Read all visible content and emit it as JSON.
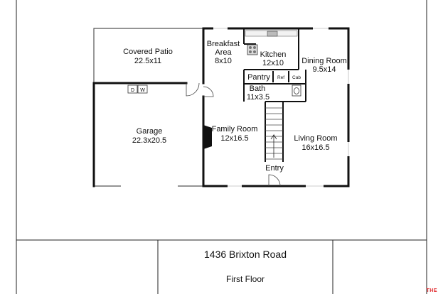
{
  "colors": {
    "wall": "#111111",
    "thin_wall": "#555555",
    "window": "#cccccc",
    "logo": "#e0262a"
  },
  "rooms": {
    "covered_patio": {
      "name": "Covered Patio",
      "size": "22.5x11"
    },
    "breakfast_area": {
      "line1": "Breakfast",
      "line2": "Area",
      "size": "8x10"
    },
    "kitchen": {
      "name": "Kitchen",
      "size": "12x10"
    },
    "dining_room": {
      "name": "Dining Room",
      "size": "9.5x14"
    },
    "pantry": {
      "name": "Pantry"
    },
    "ref": {
      "name": "Ref"
    },
    "cab": {
      "name": "Cab"
    },
    "bath": {
      "name": "Bath",
      "size": "11x3.5"
    },
    "garage": {
      "name": "Garage",
      "size": "22.3x20.5"
    },
    "family_room": {
      "name": "Family Room",
      "size": "12x16.5"
    },
    "living_room": {
      "name": "Living Room",
      "size": "16x16.5"
    },
    "entry": {
      "name": "Entry"
    }
  },
  "appliances": {
    "dryer": "D",
    "washer": "W",
    "fireplace": "FP"
  },
  "title_block": {
    "address": "1436 Brixton Road",
    "floor": "First Floor",
    "logo": "THE"
  }
}
